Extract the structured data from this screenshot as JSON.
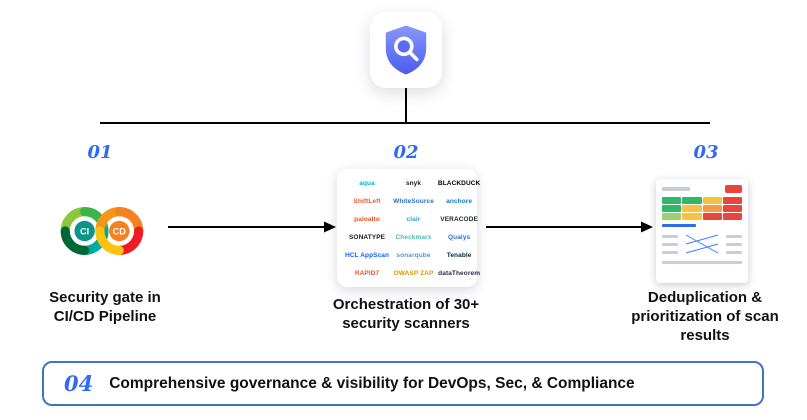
{
  "logo_card": {
    "icon": "shield-search-icon"
  },
  "steps": [
    {
      "number": "01",
      "label": "Security gate in\nCI/CD Pipeline"
    },
    {
      "number": "02",
      "label": "Orchestration of 30+\nsecurity scanners"
    },
    {
      "number": "03",
      "label": "Deduplication &\nprioritization of scan\nresults"
    }
  ],
  "cicd_icon": {
    "ci": "CI",
    "cd": "CD"
  },
  "scanners": [
    {
      "name": "aqua",
      "color": "#00b4d8"
    },
    {
      "name": "snyk",
      "color": "#1a1a1a"
    },
    {
      "name": "BLACKDUCK",
      "color": "#000000"
    },
    {
      "name": "ShiftLeft",
      "color": "#f0592b"
    },
    {
      "name": "WhiteSource",
      "color": "#2a6fd6"
    },
    {
      "name": "anchore",
      "color": "#0b7ec1"
    },
    {
      "name": "paloalto",
      "color": "#f04e23"
    },
    {
      "name": "clair",
      "color": "#2aa3dd"
    },
    {
      "name": "VERACODE",
      "color": "#1f2430"
    },
    {
      "name": "SONATYPE",
      "color": "#1b1b1b"
    },
    {
      "name": "Checkmarx",
      "color": "#54b9a5"
    },
    {
      "name": "Qualys",
      "color": "#2f6fc1"
    },
    {
      "name": "HCL AppScan",
      "color": "#0f62fe"
    },
    {
      "name": "sonarqube",
      "color": "#4e9bcd"
    },
    {
      "name": "Tenable",
      "color": "#00263e"
    },
    {
      "name": "RAPID7",
      "color": "#e4572e"
    },
    {
      "name": "OWASP ZAP",
      "color": "#d99a00"
    },
    {
      "name": "dataTheorem",
      "color": "#1f2a44"
    }
  ],
  "results_thumb": {
    "badge_color": "#e8453c",
    "matrix": [
      [
        "#2eb867",
        "#2eb867",
        "#f5c242",
        "#e8453c"
      ],
      [
        "#2eb867",
        "#f5c242",
        "#f59b42",
        "#e8453c"
      ],
      [
        "#9bd07a",
        "#f5c242",
        "#e8453c",
        "#e8453c"
      ]
    ]
  },
  "governance": {
    "number": "04",
    "text": "Comprehensive governance & visibility for DevOps, Sec, & Compliance"
  },
  "colors": {
    "accent_blue": "#2e6bf0",
    "box_border": "#4472c4",
    "badge_red": "#e8453c"
  }
}
